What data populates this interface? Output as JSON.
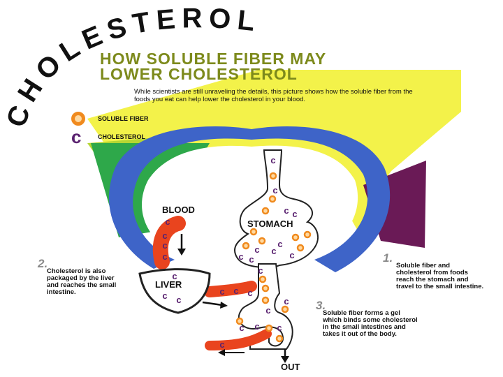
{
  "curved_title": "CHOLESTEROL",
  "title": {
    "line1": "HOW SOLUBLE FIBER MAY",
    "line2": "LOWER CHOLESTEROL"
  },
  "intro": "While scientists are still unraveling the details, this picture shows how the soluble fiber from the foods you eat can help lower the cholesterol in your blood.",
  "legend": [
    {
      "symbol": "o",
      "label": "SOLUBLE FIBER",
      "color": "#f08a1e"
    },
    {
      "symbol": "c",
      "label": "CHOLESTEROL",
      "color": "#5a2270"
    }
  ],
  "labels": {
    "blood": "BLOOD",
    "stomach": "STOMACH",
    "liver": "LIVER",
    "out": "OUT"
  },
  "steps": [
    {
      "num": "1.",
      "text": "Soluble fiber and cholesterol from foods reach the stomach and travel to the small intestine."
    },
    {
      "num": "2.",
      "text": "Cholesterol is also packaged by the liver and reaches the small intestine."
    },
    {
      "num": "3.",
      "text": "Soluble fiber forms a gel which binds some cholesterol in the small intestines and takes it out of the body."
    }
  ],
  "colors": {
    "title": "#7d8a1c",
    "blue": "#3e64c8",
    "orange_red": "#e9441e",
    "green": "#2ea84a",
    "yellow": "#f3f24a",
    "purple": "#6a1a56",
    "lime": "#b5d633"
  }
}
